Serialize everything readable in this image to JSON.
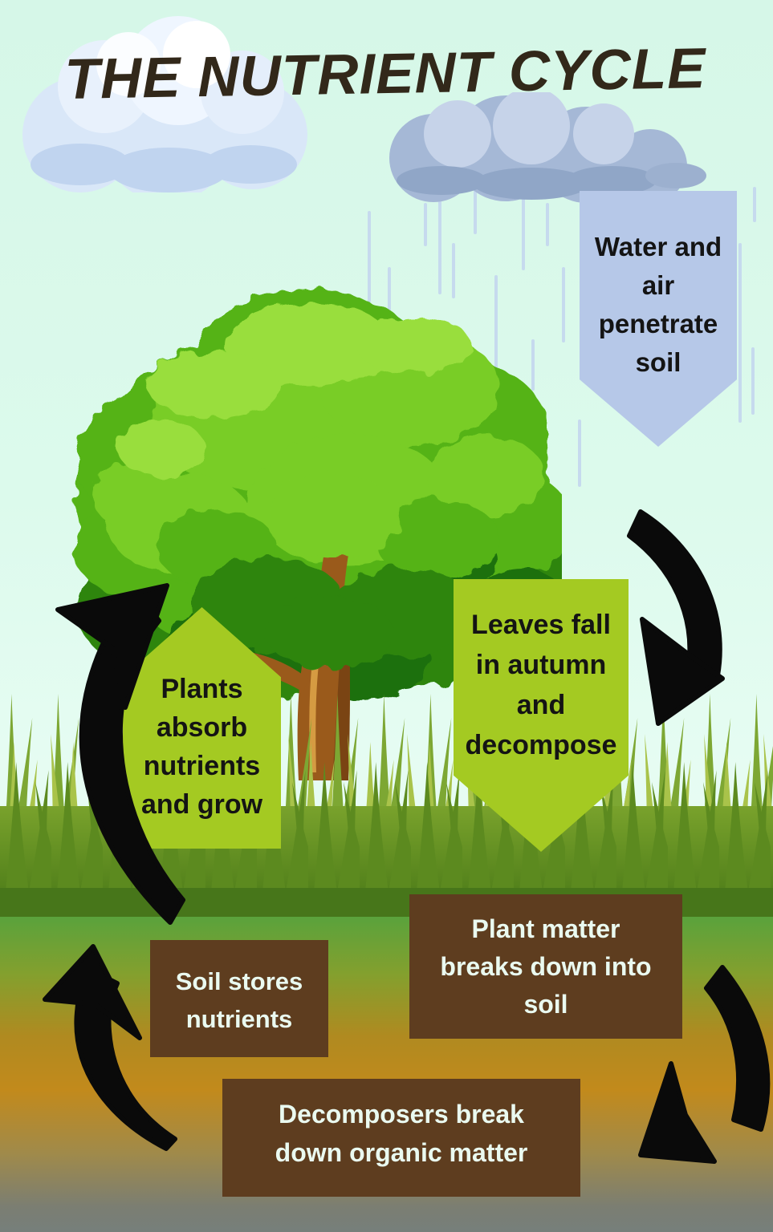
{
  "title": "THE NUTRIENT CYCLE",
  "steps": {
    "water": {
      "text": "Water and air penetrate soil",
      "lines": [
        "Water and",
        "air",
        "penetrate",
        "soil"
      ]
    },
    "plants": {
      "text": "Plants absorb nutrients and grow",
      "lines": [
        "Plants",
        "absorb",
        "nutrients",
        "and grow"
      ]
    },
    "leaves": {
      "text": "Leaves fall in autumn and decompose",
      "lines": [
        "Leaves fall",
        "in autumn",
        "and",
        "decompose"
      ]
    },
    "soil_stores": {
      "text": "Soil stores nutrients",
      "lines": [
        "Soil stores",
        "nutrients"
      ]
    },
    "plant_matter": {
      "text": "Plant matter breaks down into soil",
      "lines": [
        "Plant matter",
        "breaks down into",
        "soil"
      ]
    },
    "decomposers": {
      "text": "Decomposers break down organic matter",
      "lines": [
        "Decomposers break",
        "down organic matter"
      ]
    }
  },
  "colors": {
    "sky": "#dcfaec",
    "label_green": "#a4ca22",
    "label_blue": "#b6c8e8",
    "box_brown": "#5e3d1f",
    "text_dark": "#141414",
    "text_light": "#eafaf0",
    "title_text": "#32281a",
    "arrow_black": "#0a0a0a"
  }
}
